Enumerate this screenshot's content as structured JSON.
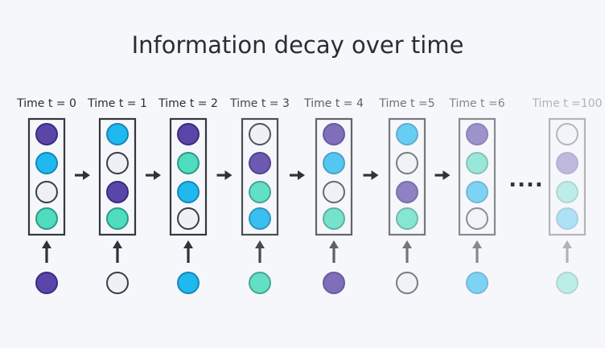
{
  "title": "Information decay over time",
  "colors": {
    "purple": "#5a45a8",
    "blue": "#1fb8ef",
    "white": "#eef0f6",
    "teal": "#4fdcbf",
    "frame": "#34373c",
    "arrow": "#2f3338"
  },
  "steps": [
    {
      "label": "Time t = 0",
      "cells": [
        "purple",
        "blue",
        "white",
        "teal"
      ],
      "input": "purple",
      "fade": 1.0
    },
    {
      "label": "Time t = 1",
      "cells": [
        "blue",
        "white",
        "purple",
        "teal"
      ],
      "input": "white",
      "fade": 1.0
    },
    {
      "label": "Time t = 2",
      "cells": [
        "purple",
        "teal",
        "blue",
        "white"
      ],
      "input": "blue",
      "fade": 1.0
    },
    {
      "label": "Time t = 3",
      "cells": [
        "white",
        "purple",
        "teal",
        "blue"
      ],
      "input": "teal",
      "fade": 0.88
    },
    {
      "label": "Time t = 4",
      "cells": [
        "purple",
        "blue",
        "white",
        "teal"
      ],
      "input": "purple",
      "fade": 0.76
    },
    {
      "label": "Time t =5",
      "cells": [
        "blue",
        "white",
        "purple",
        "teal"
      ],
      "input": "white",
      "fade": 0.66
    },
    {
      "label": "Time t =6",
      "cells": [
        "purple",
        "teal",
        "blue",
        "white"
      ],
      "input": "blue",
      "fade": 0.56
    },
    {
      "label": "Time t =100",
      "cells": [
        "white",
        "purple",
        "teal",
        "blue"
      ],
      "input": "teal",
      "fade": 0.34
    }
  ],
  "ellipsis": "...."
}
